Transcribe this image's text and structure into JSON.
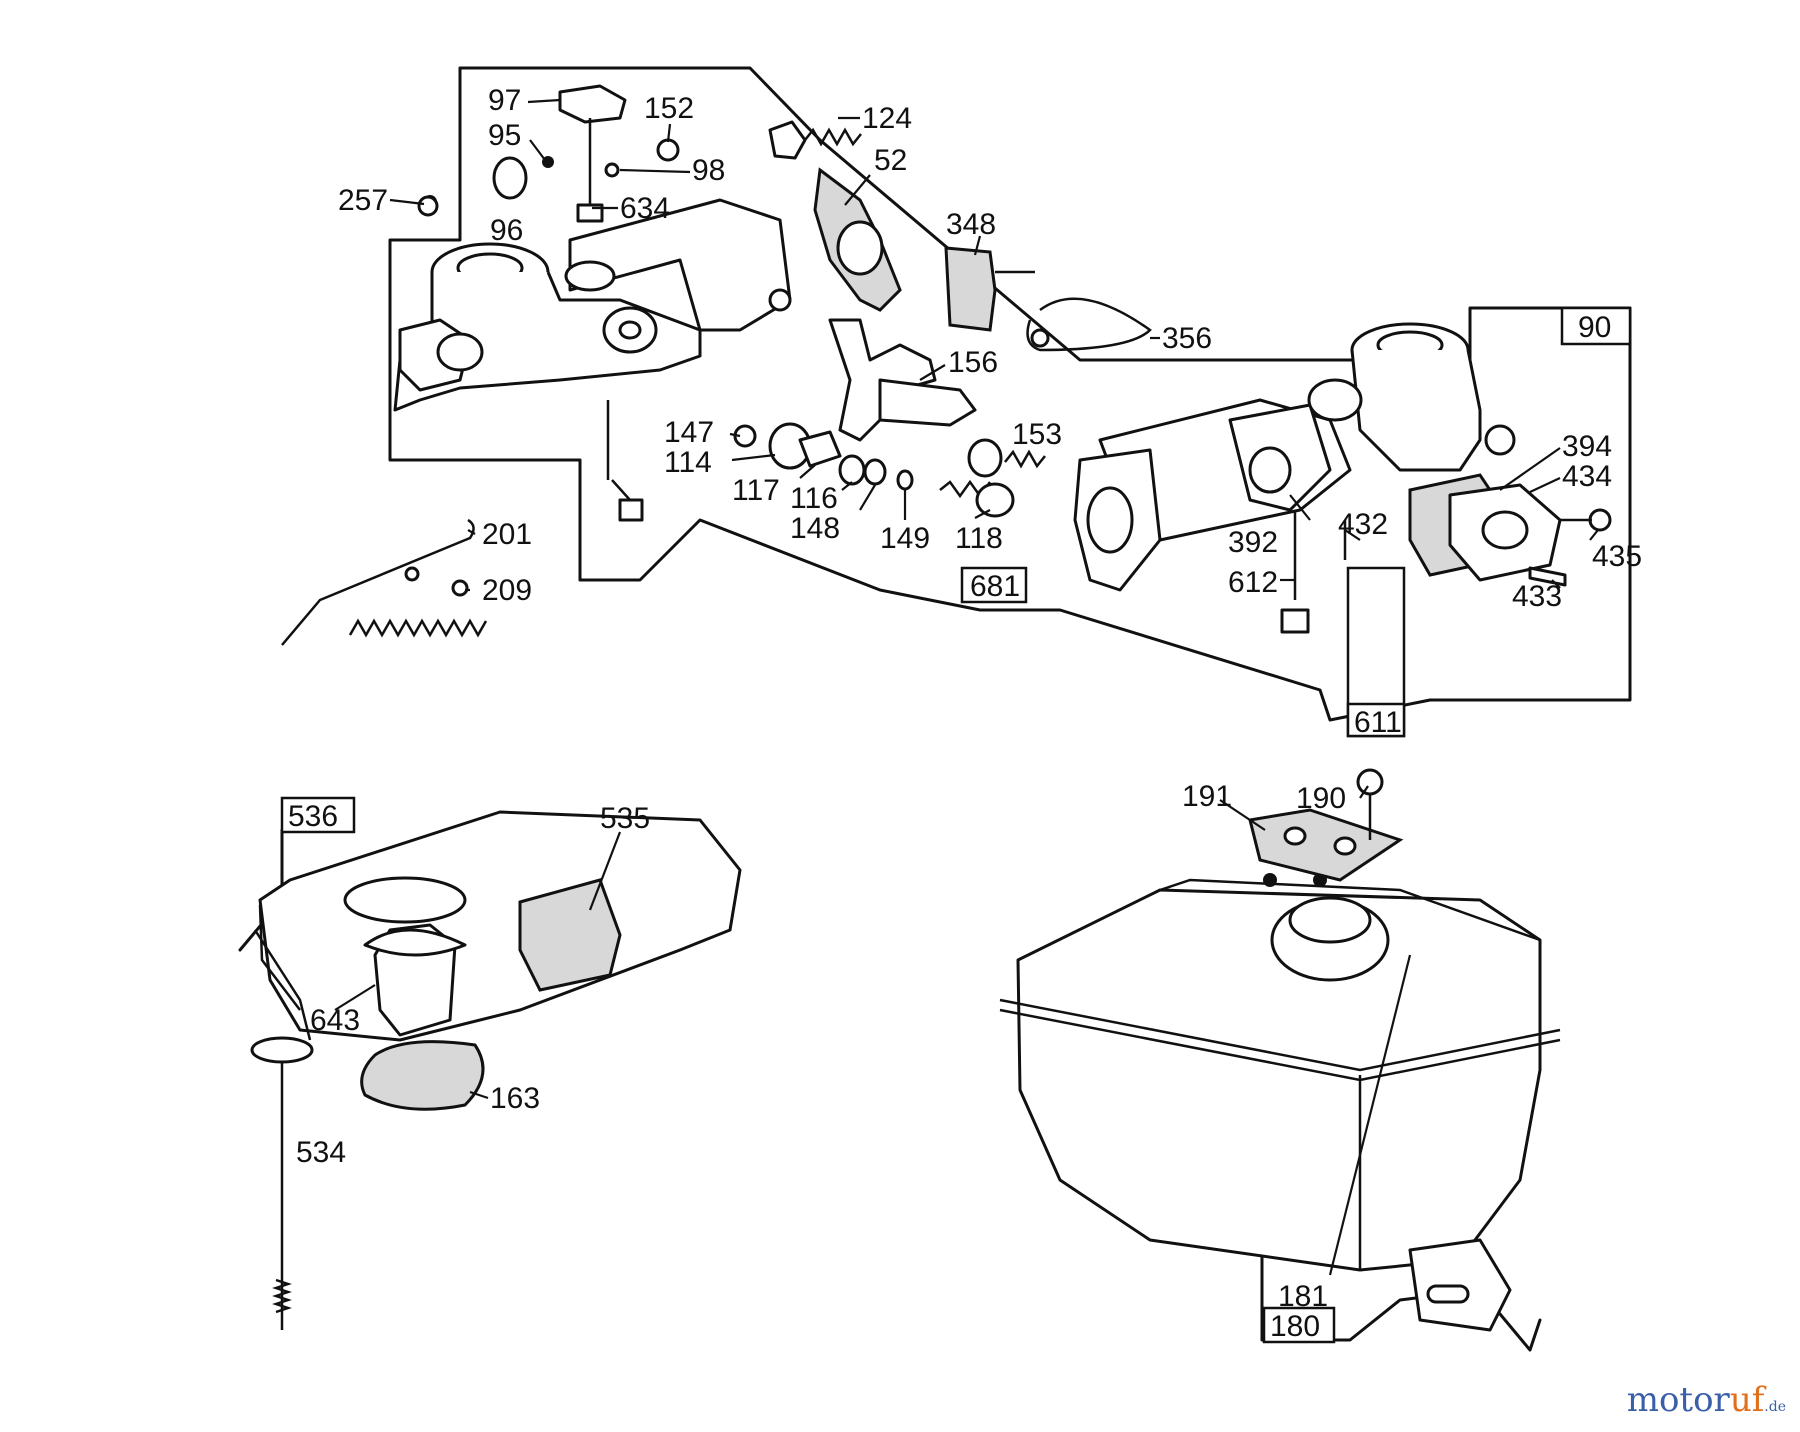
{
  "diagram": {
    "labels": {
      "p97": "97",
      "p95": "95",
      "p152": "152",
      "p98": "98",
      "p96": "96",
      "p634": "634",
      "p257": "257",
      "p124": "124",
      "p52": "52",
      "p348": "348",
      "p356": "356",
      "p156": "156",
      "p147": "147",
      "p114": "114",
      "p117": "117",
      "p116": "116",
      "p148": "148",
      "p149": "149",
      "p118": "118",
      "p153": "153",
      "p201": "201",
      "p209": "209",
      "p394": "394",
      "p434": "434",
      "p435": "435",
      "p433": "433",
      "p392": "392",
      "p432": "432",
      "p612": "612",
      "p535": "535",
      "p643": "643",
      "p163": "163",
      "p534": "534",
      "p191": "191",
      "p190": "190",
      "p181": "181"
    },
    "boxed_labels": {
      "b90": "90",
      "b681": "681",
      "b611": "611",
      "b536": "536",
      "b180": "180"
    }
  },
  "watermark": {
    "part1": "motor",
    "part2": "uf",
    "part3": ".de"
  }
}
